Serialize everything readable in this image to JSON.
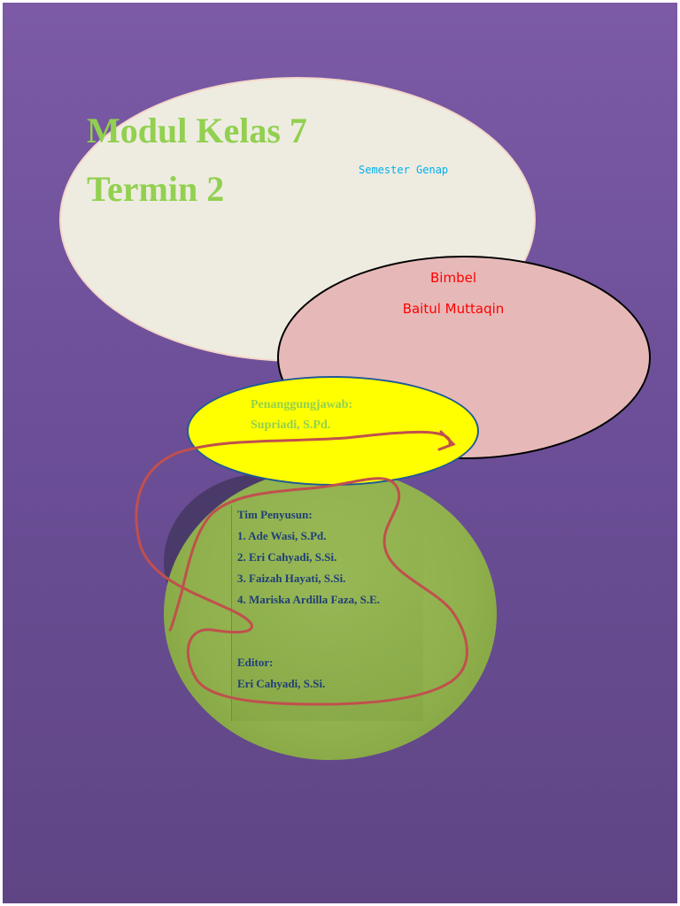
{
  "cover": {
    "title_line1": "Modul Kelas 7",
    "title_line2": "Termin 2",
    "semester": "Semester Genap"
  },
  "institution": {
    "line1": "Bimbel",
    "line2": "Baitul Muttaqin"
  },
  "supervisor": {
    "label": "Penanggungjawab:",
    "name": "Supriadi, S.Pd."
  },
  "team": {
    "label": "Tim Penyusun:",
    "members": [
      "1. Ade Wasi, S.Pd.",
      "2. Eri Cahyadi, S.Si.",
      "3. Faizah Hayati, S.Si.",
      "4. Mariska Ardilla Faza, S.E."
    ]
  },
  "editor": {
    "label": "Editor:",
    "name": "Eri Cahyadi, S.Si."
  },
  "colors": {
    "background": "#7055a0",
    "title": "#92d050",
    "semester": "#00b0f0",
    "institution": "#ff0000",
    "team_text": "#1f3f78",
    "scribble": "#c0504d"
  }
}
